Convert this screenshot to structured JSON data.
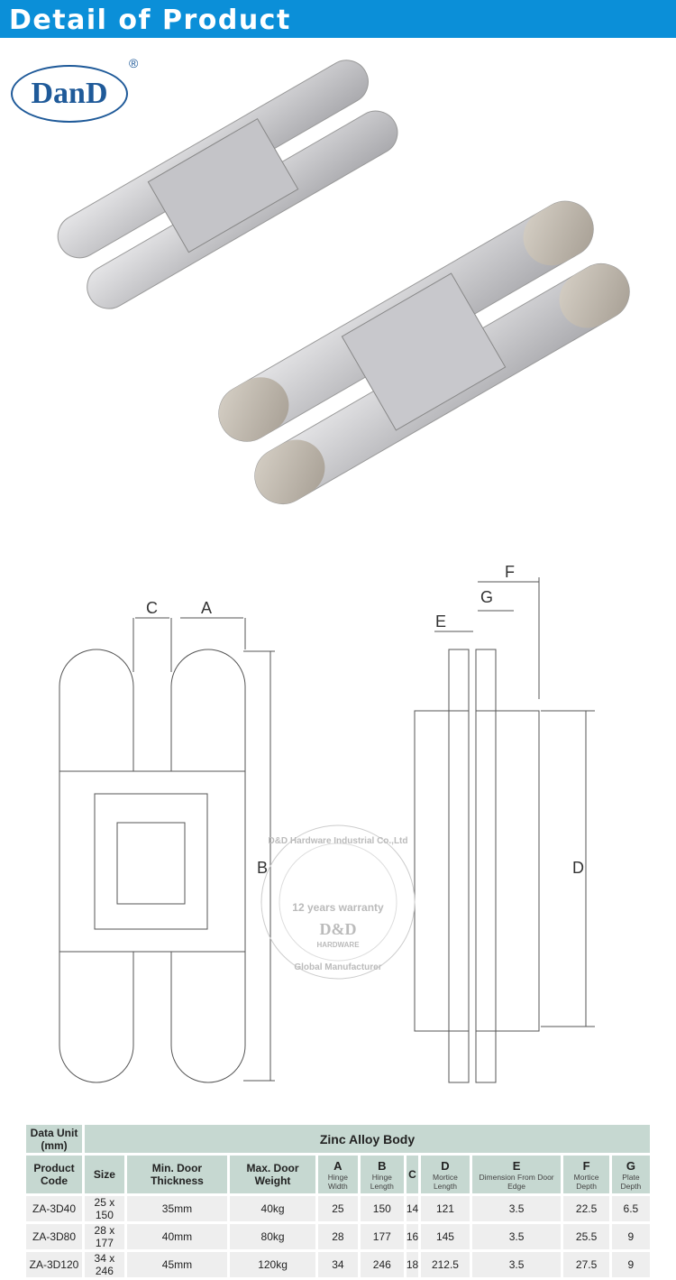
{
  "header": {
    "title": "Detail of Product"
  },
  "logo": {
    "text": "DanD",
    "registered": "®"
  },
  "watermark": {
    "company": "D&D Hardware Industrial Co.,Ltd",
    "warranty": "12 years warranty",
    "brand": "D&D",
    "sub": "HARDWARE",
    "tagline": "Global Manufacturer"
  },
  "diagram": {
    "labels": {
      "A": "A",
      "B": "B",
      "C": "C",
      "D": "D",
      "E": "E",
      "F": "F",
      "G": "G"
    }
  },
  "table": {
    "unit_label": "Data Unit (mm)",
    "body_label": "Zinc  Alloy  Body",
    "columns": [
      {
        "label": "Product Code"
      },
      {
        "label": "Size"
      },
      {
        "label": "Min. Door Thickness"
      },
      {
        "label": "Max. Door Weight"
      },
      {
        "label": "A",
        "sub": "Hinge Width"
      },
      {
        "label": "B",
        "sub": "Hinge Length"
      },
      {
        "label": "C"
      },
      {
        "label": "D",
        "sub": "Mortice Length"
      },
      {
        "label": "E",
        "sub": "Dimension From Door Edge"
      },
      {
        "label": "F",
        "sub": "Mortice Depth"
      },
      {
        "label": "G",
        "sub": "Plate Depth"
      }
    ],
    "rows": [
      [
        "ZA-3D40",
        "25 x 150",
        "35mm",
        "40kg",
        "25",
        "150",
        "14",
        "121",
        "3.5",
        "22.5",
        "6.5"
      ],
      [
        "ZA-3D80",
        "28 x 177",
        "40mm",
        "80kg",
        "28",
        "177",
        "16",
        "145",
        "3.5",
        "25.5",
        "9"
      ],
      [
        "ZA-3D120",
        "34 x 246",
        "45mm",
        "120kg",
        "34",
        "246",
        "18",
        "212.5",
        "3.5",
        "27.5",
        "9"
      ]
    ]
  }
}
